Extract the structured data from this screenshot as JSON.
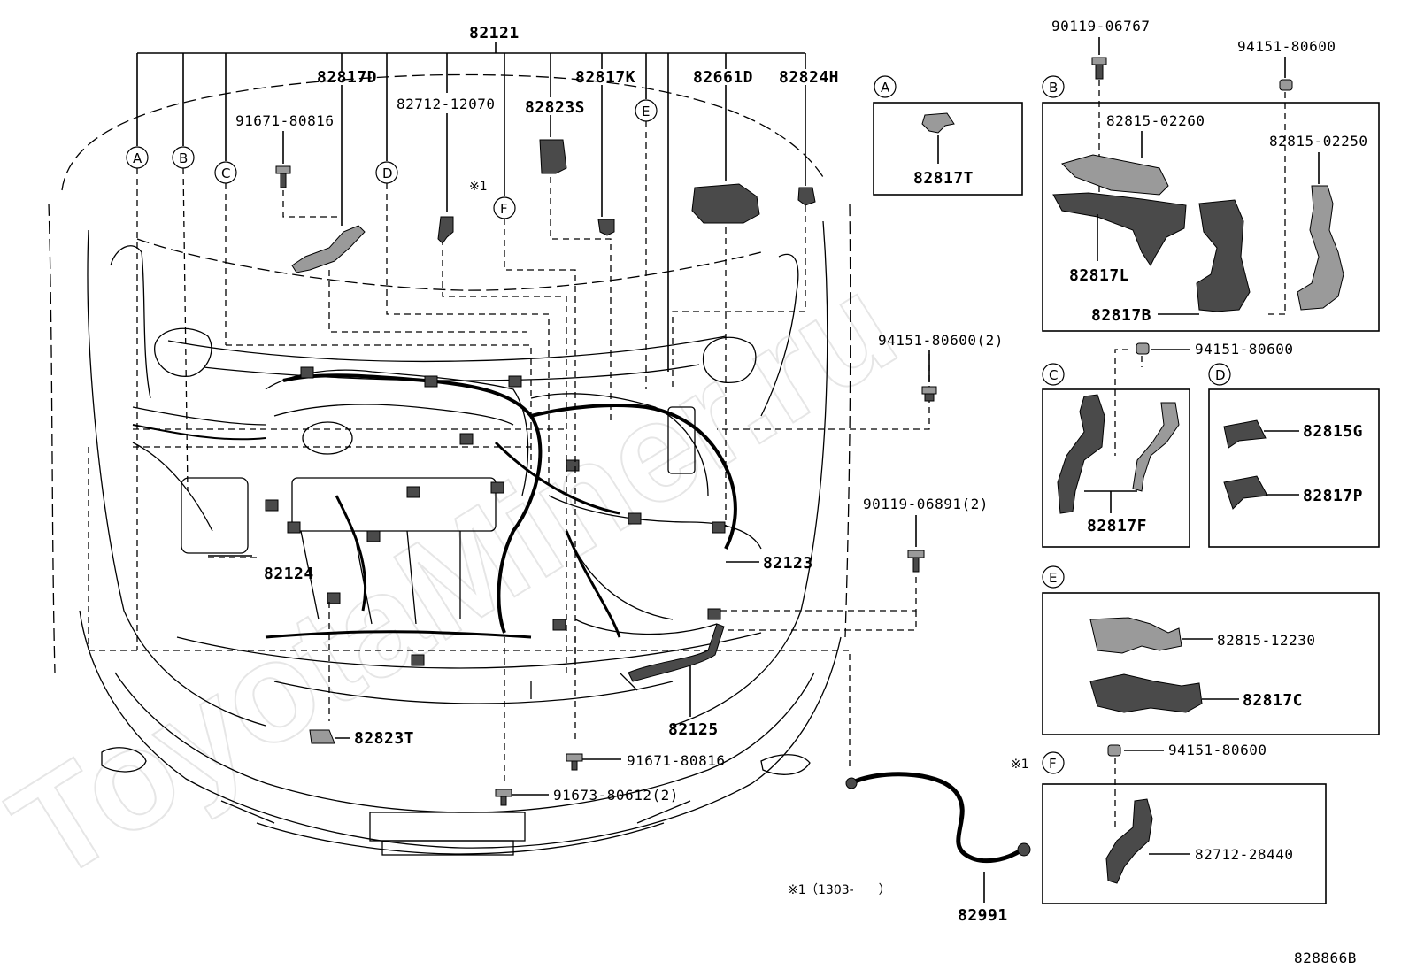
{
  "diagram_id": "828866B",
  "watermark": "ToyotaMiner.ru",
  "note": {
    "marker": "※1",
    "text": "（1303-　　）"
  },
  "main_assembly": {
    "part": "82121",
    "leader_parts": [
      "82817D",
      "82712-12070",
      "82823S",
      "82817K",
      "82661D",
      "82824H"
    ],
    "bolt_top": "91671-80816",
    "circle_refs": [
      "A",
      "B",
      "C",
      "D",
      "E",
      "F"
    ],
    "marker_f": "※1"
  },
  "lower_parts": {
    "p82124": "82124",
    "p82123": "82123",
    "p82125": "82125",
    "p82823T": "82823T",
    "bolt_1": "91671-80816",
    "bolt_2": "91673-80612(2)",
    "p82991": "82991"
  },
  "middle_parts": {
    "clip_1": "94151-80600(2)",
    "bolt_3": "90119-06891(2)"
  },
  "insets": {
    "A": {
      "label": "A",
      "parts": [
        "82817T"
      ]
    },
    "B": {
      "label": "B",
      "top_bolt": "90119-06767",
      "top_clip": "94151-80600",
      "parts": [
        "82815-02260",
        "82815-02250",
        "82817L",
        "82817B"
      ]
    },
    "C": {
      "label": "C",
      "clip": "94151-80600",
      "parts": [
        "82817F"
      ]
    },
    "D": {
      "label": "D",
      "parts": [
        "82815G",
        "82817P"
      ]
    },
    "E": {
      "label": "E",
      "parts": [
        "82815-12230",
        "82817C"
      ]
    },
    "F": {
      "label": "F",
      "marker": "※1",
      "clip": "94151-80600",
      "parts": [
        "82712-28440"
      ]
    }
  }
}
